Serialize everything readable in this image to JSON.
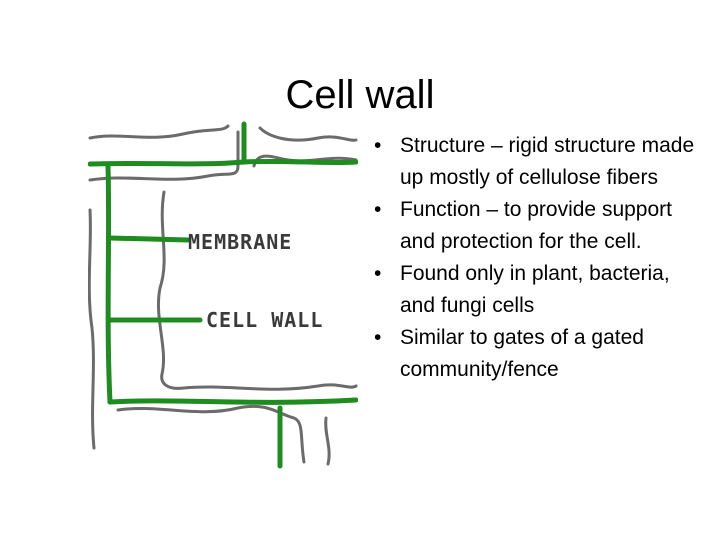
{
  "slide": {
    "title": "Cell wall",
    "bullets": [
      {
        "text": "Structure – rigid structure made up mostly of cellulose fibers"
      },
      {
        "text": "Function – to provide support and protection for the cell."
      },
      {
        "text": "Found only in plant, bacteria, and fungi cells"
      },
      {
        "text": "Similar to gates of a gated community/fence"
      }
    ],
    "bullet_glyph": "•"
  },
  "diagram": {
    "labels": {
      "membrane": "MEMBRANE",
      "cell_wall": "CELL WALL"
    },
    "colors": {
      "wall": "#1e8c1e",
      "membrane": "#6b6b6b",
      "label": "#3a3a3a"
    }
  }
}
